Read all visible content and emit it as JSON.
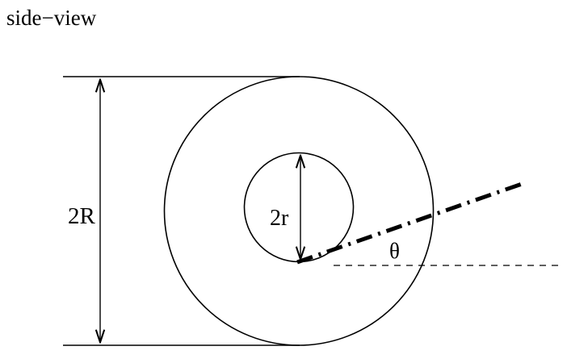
{
  "diagram": {
    "title": "side−view",
    "labels": {
      "outer_diameter": "2R",
      "inner_diameter": "2r",
      "angle": "θ"
    },
    "colors": {
      "ink": "#000000",
      "background": "#ffffff"
    }
  }
}
